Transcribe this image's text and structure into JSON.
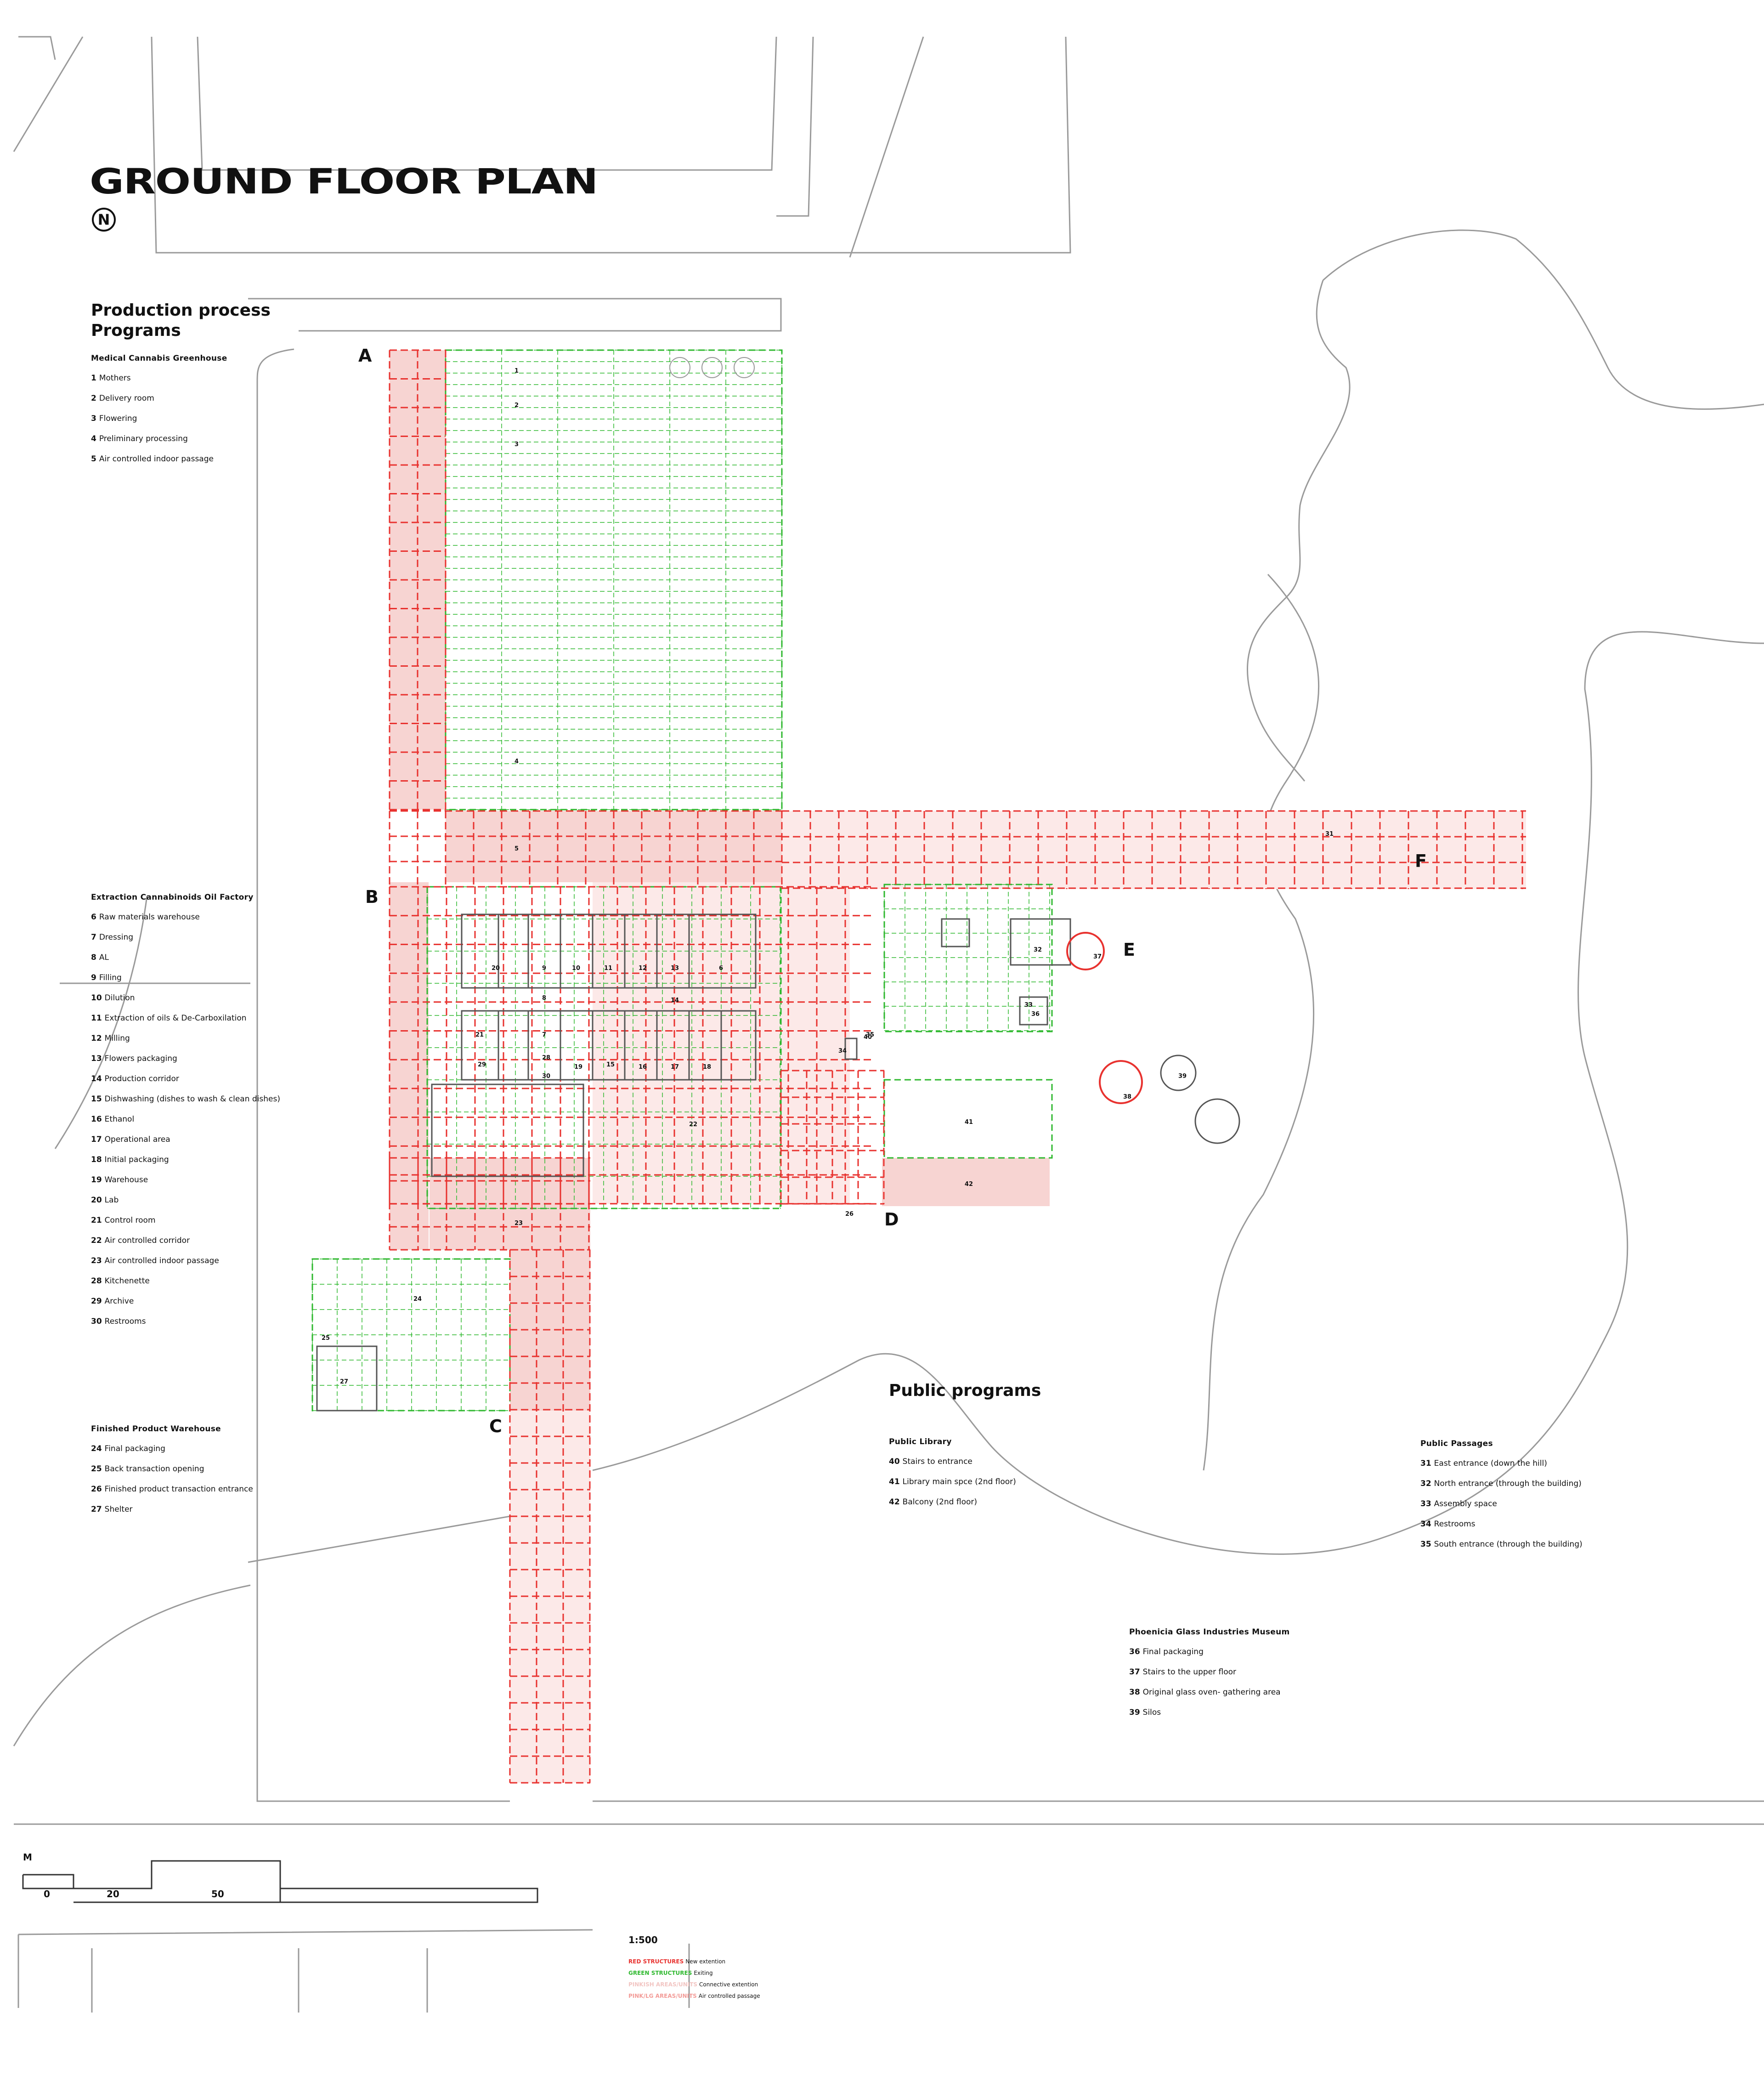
{
  "title": "GROUND FLOOR PLAN",
  "north_label": "N",
  "heading_production": "Production process\nPrograms",
  "heading_public": "Public programs",
  "sections": {
    "greenhouse": {
      "title": "Medical Cannabis Greenhouse",
      "items": [
        {
          "n": "1",
          "label": "Mothers"
        },
        {
          "n": "2",
          "label": "Delivery room"
        },
        {
          "n": "3",
          "label": "Flowering"
        },
        {
          "n": "4",
          "label": "Preliminary processing"
        },
        {
          "n": "5",
          "label": "Air controlled indoor passage"
        }
      ]
    },
    "factory": {
      "title": "Extraction Cannabinoids Oil Factory",
      "items": [
        {
          "n": "6",
          "label": "Raw materials warehouse"
        },
        {
          "n": "7",
          "label": "Dressing"
        },
        {
          "n": "8",
          "label": "AL"
        },
        {
          "n": "9",
          "label": "Filling"
        },
        {
          "n": "10",
          "label": "Dilution"
        },
        {
          "n": "11",
          "label": "Extraction of oils & De-Carboxilation"
        },
        {
          "n": "12",
          "label": "Milling"
        },
        {
          "n": "13",
          "label": "Flowers packaging"
        },
        {
          "n": "14",
          "label": "Production corridor"
        },
        {
          "n": "15",
          "label": "Dishwashing (dishes to wash & clean dishes)"
        },
        {
          "n": "16",
          "label": "Ethanol"
        },
        {
          "n": "17",
          "label": "Operational area"
        },
        {
          "n": "18",
          "label": "Initial packaging"
        },
        {
          "n": "19",
          "label": "Warehouse"
        },
        {
          "n": "20",
          "label": "Lab"
        },
        {
          "n": "21",
          "label": "Control room"
        },
        {
          "n": "22",
          "label": "Air controlled corridor"
        },
        {
          "n": "23",
          "label": "Air controlled indoor passage"
        },
        {
          "n": "28",
          "label": "Kitchenette"
        },
        {
          "n": "29",
          "label": "Archive"
        },
        {
          "n": "30",
          "label": "Restrooms"
        }
      ]
    },
    "warehouse": {
      "title": "Finished Product Warehouse",
      "items": [
        {
          "n": "24",
          "label": "Final packaging"
        },
        {
          "n": "25",
          "label": "Back transaction opening"
        },
        {
          "n": "26",
          "label": "Finished product transaction entrance"
        },
        {
          "n": "27",
          "label": "Shelter"
        }
      ]
    },
    "library": {
      "title": "Public Library",
      "items": [
        {
          "n": "40",
          "label": "Stairs to entrance"
        },
        {
          "n": "41",
          "label": "Library main spce (2nd floor)"
        },
        {
          "n": "42",
          "label": "Balcony (2nd floor)"
        }
      ]
    },
    "passages": {
      "title": "Public Passages",
      "items": [
        {
          "n": "31",
          "label": "East entrance (down the hill)"
        },
        {
          "n": "32",
          "label": "North entrance (through the building)"
        },
        {
          "n": "33",
          "label": "Assembly space"
        },
        {
          "n": "34",
          "label": "Restrooms"
        },
        {
          "n": "35",
          "label": "South entrance (through the building)"
        }
      ]
    },
    "museum": {
      "title": "Phoenicia Glass Industries Museum",
      "items": [
        {
          "n": "36",
          "label": "Final packaging"
        },
        {
          "n": "37",
          "label": "Stairs to the upper floor"
        },
        {
          "n": "38",
          "label": "Original glass oven- gathering area"
        },
        {
          "n": "39",
          "label": "Silos"
        }
      ]
    }
  },
  "section_letters": [
    "A",
    "B",
    "C",
    "D",
    "E",
    "F"
  ],
  "scale_bar": {
    "unit": "M",
    "ticks": [
      "0",
      "20",
      "50"
    ]
  },
  "scale": "1:500",
  "legend": [
    {
      "key": "RED STRUCTURES",
      "desc": "New extention",
      "color": "#e8322f"
    },
    {
      "key": "GREEN STRUCTURES",
      "desc": "Exiting",
      "color": "#2fb82f"
    },
    {
      "key": "PINKISH AREAS/UNITS",
      "desc": "Connective extention",
      "color": "#f2c6c3"
    },
    {
      "key": "PINK/LG AREAS/UNITS",
      "desc": "Air controlled passage",
      "color": "#f39c98"
    }
  ],
  "room_labels": [
    "1",
    "2",
    "3",
    "4",
    "5",
    "6",
    "7",
    "8",
    "9",
    "10",
    "11",
    "12",
    "13",
    "14",
    "15",
    "16",
    "17",
    "18",
    "19",
    "20",
    "21",
    "22",
    "23",
    "24",
    "25",
    "26",
    "27",
    "28",
    "29",
    "30",
    "31",
    "32",
    "33",
    "34",
    "35",
    "36",
    "37",
    "38",
    "39",
    "40",
    "41",
    "42"
  ],
  "colors": {
    "new": "#e8322f",
    "existing": "#2fb82f",
    "pink": "#f7d4d2",
    "outline": "#555555",
    "context": "#9a9a9a"
  }
}
